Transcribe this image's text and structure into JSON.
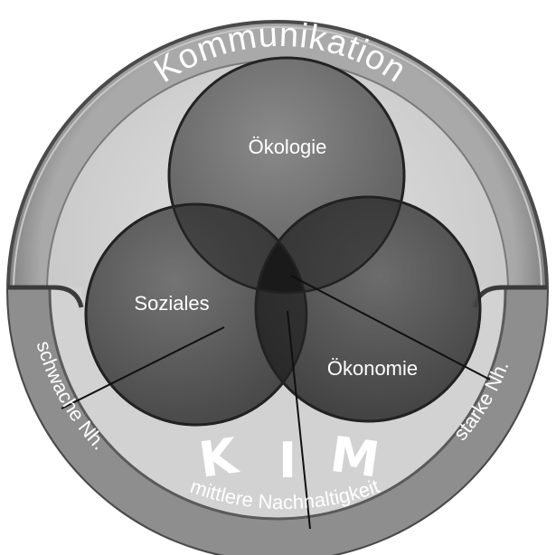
{
  "diagram": {
    "outer_ring_label": "Kommunikation",
    "circles": [
      {
        "id": "oekologie",
        "label": "Ökologie"
      },
      {
        "id": "soziales",
        "label": "Soziales"
      },
      {
        "id": "oekonomie",
        "label": "Ökonomie"
      }
    ],
    "bottom_band": {
      "left_label": "schwache Nh.",
      "middle_label": "mittlere Nachnaltigkeit",
      "right_label": "starke Nh.",
      "center_letters": [
        "K",
        "I",
        "M"
      ]
    }
  },
  "colors": {
    "outer_ring": "#9a9a9a",
    "ring_rim": "#6b6b6b",
    "inner_disc": "#d6d6d6",
    "bottom_band": "#8c8c8c",
    "oekologie_fill": "#707070",
    "soziales_fill": "#505050",
    "oekonomie_fill": "#474747",
    "overlap_center": "#262626",
    "pointer_lines": "#111111"
  }
}
